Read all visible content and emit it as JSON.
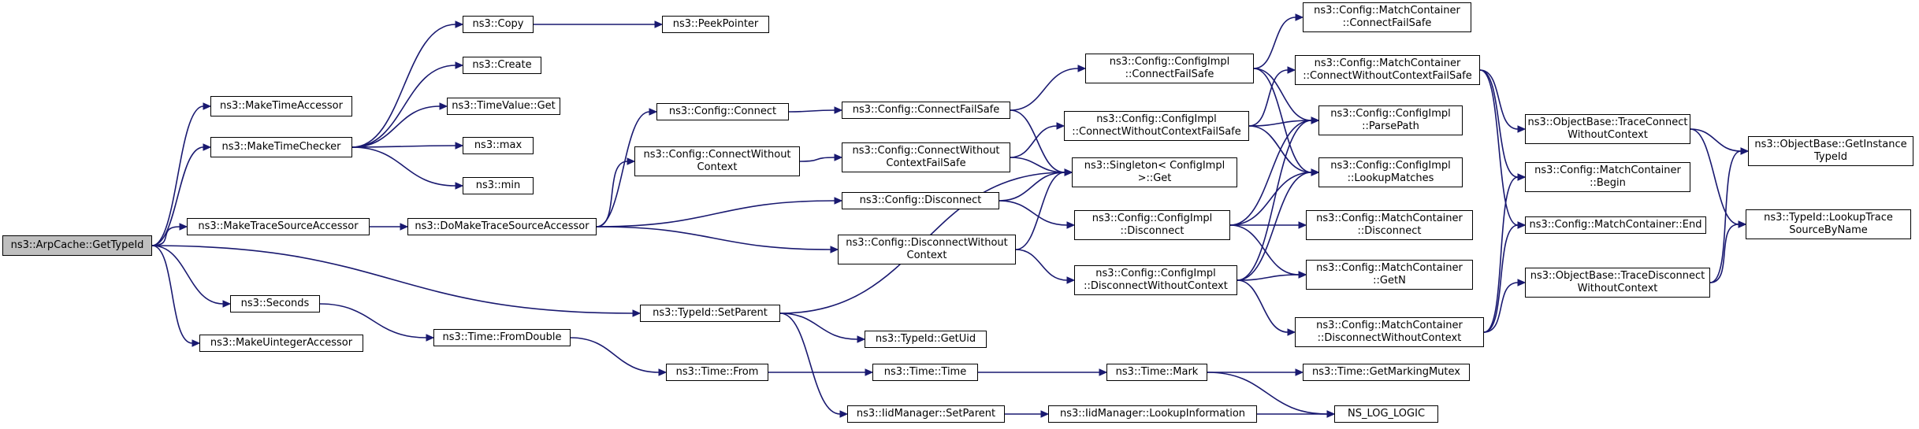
{
  "colors": {
    "edge": "#191970",
    "root_fill": "#bfbfbf",
    "node_fill": "#ffffff",
    "border": "#000000"
  },
  "nodes": [
    {
      "id": "root",
      "label": "ns3::ArpCache::GetTypeId",
      "root": true
    },
    {
      "id": "mta",
      "label": "ns3::MakeTimeAccessor"
    },
    {
      "id": "mtc",
      "label": "ns3::MakeTimeChecker"
    },
    {
      "id": "copy",
      "label": "ns3::Copy"
    },
    {
      "id": "peek",
      "label": "ns3::PeekPointer"
    },
    {
      "id": "create",
      "label": "ns3::Create"
    },
    {
      "id": "tvget",
      "label": "ns3::TimeValue::Get"
    },
    {
      "id": "max",
      "label": "ns3::max"
    },
    {
      "id": "min",
      "label": "ns3::min"
    },
    {
      "id": "mtsa",
      "label": "ns3::MakeTraceSourceAccessor"
    },
    {
      "id": "dmtsa",
      "label": "ns3::DoMakeTraceSourceAccessor"
    },
    {
      "id": "cconnect",
      "label": "ns3::Config::Connect"
    },
    {
      "id": "ccwc",
      "label": "ns3::Config::ConnectWithout\nContext"
    },
    {
      "id": "ccfs",
      "label": "ns3::Config::ConnectFailSafe"
    },
    {
      "id": "ccwcfs",
      "label": "ns3::Config::ConnectWithout\nContextFailSafe"
    },
    {
      "id": "cdisc",
      "label": "ns3::Config::Disconnect"
    },
    {
      "id": "cdwc",
      "label": "ns3::Config::DisconnectWithout\nContext"
    },
    {
      "id": "cicfs",
      "label": "ns3::Config::ConfigImpl\n::ConnectFailSafe"
    },
    {
      "id": "cicwcfs",
      "label": "ns3::Config::ConfigImpl\n::ConnectWithoutContextFailSafe"
    },
    {
      "id": "singleton",
      "label": "ns3::Singleton< ConfigImpl\n>::Get"
    },
    {
      "id": "cidisc",
      "label": "ns3::Config::ConfigImpl\n::Disconnect"
    },
    {
      "id": "cidwc",
      "label": "ns3::Config::ConfigImpl\n::DisconnectWithoutContext"
    },
    {
      "id": "mccfs",
      "label": "ns3::Config::MatchContainer\n::ConnectFailSafe"
    },
    {
      "id": "mccwcfs",
      "label": "ns3::Config::MatchContainer\n::ConnectWithoutContextFailSafe"
    },
    {
      "id": "parsepath",
      "label": "ns3::Config::ConfigImpl\n::ParsePath"
    },
    {
      "id": "lookup",
      "label": "ns3::Config::ConfigImpl\n::LookupMatches"
    },
    {
      "id": "mcdisc",
      "label": "ns3::Config::MatchContainer\n::Disconnect"
    },
    {
      "id": "mcgetn",
      "label": "ns3::Config::MatchContainer\n::GetN"
    },
    {
      "id": "mcdwc",
      "label": "ns3::Config::MatchContainer\n::DisconnectWithoutContext"
    },
    {
      "id": "obtcwc",
      "label": "ns3::ObjectBase::TraceConnect\nWithoutContext"
    },
    {
      "id": "mcbegin",
      "label": "ns3::Config::MatchContainer\n::Begin"
    },
    {
      "id": "mcend",
      "label": "ns3::Config::MatchContainer::End"
    },
    {
      "id": "obtdwc",
      "label": "ns3::ObjectBase::TraceDisconnect\nWithoutContext"
    },
    {
      "id": "obgit",
      "label": "ns3::ObjectBase::GetInstance\nTypeId"
    },
    {
      "id": "tidlts",
      "label": "ns3::TypeId::LookupTrace\nSourceByName"
    },
    {
      "id": "seconds",
      "label": "ns3::Seconds"
    },
    {
      "id": "mua",
      "label": "ns3::MakeUintegerAccessor"
    },
    {
      "id": "tfd",
      "label": "ns3::Time::FromDouble"
    },
    {
      "id": "tfrom",
      "label": "ns3::Time::From"
    },
    {
      "id": "ttime",
      "label": "ns3::Time::Time"
    },
    {
      "id": "tmark",
      "label": "ns3::Time::Mark"
    },
    {
      "id": "tgmm",
      "label": "ns3::Time::GetMarkingMutex"
    },
    {
      "id": "nslog",
      "label": "NS_LOG_LOGIC"
    },
    {
      "id": "tidsp",
      "label": "ns3::TypeId::SetParent"
    },
    {
      "id": "tidgu",
      "label": "ns3::TypeId::GetUid"
    },
    {
      "id": "iidsp",
      "label": "ns3::IidManager::SetParent"
    },
    {
      "id": "iidli",
      "label": "ns3::IidManager::LookupInformation"
    }
  ],
  "edges": [
    [
      "root",
      "mta"
    ],
    [
      "root",
      "mtc"
    ],
    [
      "root",
      "mtsa"
    ],
    [
      "root",
      "seconds"
    ],
    [
      "root",
      "mua"
    ],
    [
      "root",
      "tidsp"
    ],
    [
      "mtc",
      "copy"
    ],
    [
      "mtc",
      "create"
    ],
    [
      "mtc",
      "tvget"
    ],
    [
      "mtc",
      "max"
    ],
    [
      "mtc",
      "min"
    ],
    [
      "copy",
      "peek"
    ],
    [
      "mtsa",
      "dmtsa"
    ],
    [
      "dmtsa",
      "cconnect"
    ],
    [
      "dmtsa",
      "ccwc"
    ],
    [
      "dmtsa",
      "cdisc"
    ],
    [
      "dmtsa",
      "cdwc"
    ],
    [
      "cconnect",
      "ccfs"
    ],
    [
      "ccwc",
      "ccwcfs"
    ],
    [
      "ccfs",
      "cicfs"
    ],
    [
      "ccfs",
      "singleton"
    ],
    [
      "ccwcfs",
      "cicwcfs"
    ],
    [
      "ccwcfs",
      "singleton"
    ],
    [
      "cdisc",
      "singleton"
    ],
    [
      "cdisc",
      "cidisc"
    ],
    [
      "cdwc",
      "singleton"
    ],
    [
      "cdwc",
      "cidwc"
    ],
    [
      "cicfs",
      "mccfs"
    ],
    [
      "cicfs",
      "parsepath"
    ],
    [
      "cicfs",
      "lookup"
    ],
    [
      "cicwcfs",
      "mccwcfs"
    ],
    [
      "cicwcfs",
      "parsepath"
    ],
    [
      "cicwcfs",
      "lookup"
    ],
    [
      "cidisc",
      "parsepath"
    ],
    [
      "cidisc",
      "lookup"
    ],
    [
      "cidisc",
      "mcdisc"
    ],
    [
      "cidisc",
      "mcgetn"
    ],
    [
      "cidwc",
      "parsepath"
    ],
    [
      "cidwc",
      "lookup"
    ],
    [
      "cidwc",
      "mcgetn"
    ],
    [
      "cidwc",
      "mcdwc"
    ],
    [
      "mccwcfs",
      "obtcwc"
    ],
    [
      "mccwcfs",
      "mcbegin"
    ],
    [
      "mccwcfs",
      "mcend"
    ],
    [
      "mcdwc",
      "mcbegin"
    ],
    [
      "mcdwc",
      "mcend"
    ],
    [
      "mcdwc",
      "obtdwc"
    ],
    [
      "obtcwc",
      "obgit"
    ],
    [
      "obtcwc",
      "tidlts"
    ],
    [
      "obtdwc",
      "obgit"
    ],
    [
      "obtdwc",
      "tidlts"
    ],
    [
      "seconds",
      "tfd"
    ],
    [
      "tfd",
      "tfrom"
    ],
    [
      "tfrom",
      "ttime"
    ],
    [
      "ttime",
      "tmark"
    ],
    [
      "tmark",
      "tgmm"
    ],
    [
      "tmark",
      "nslog"
    ],
    [
      "tidsp",
      "singleton"
    ],
    [
      "tidsp",
      "tidgu"
    ],
    [
      "tidsp",
      "iidsp"
    ],
    [
      "iidsp",
      "iidli"
    ],
    [
      "iidli",
      "nslog"
    ]
  ]
}
